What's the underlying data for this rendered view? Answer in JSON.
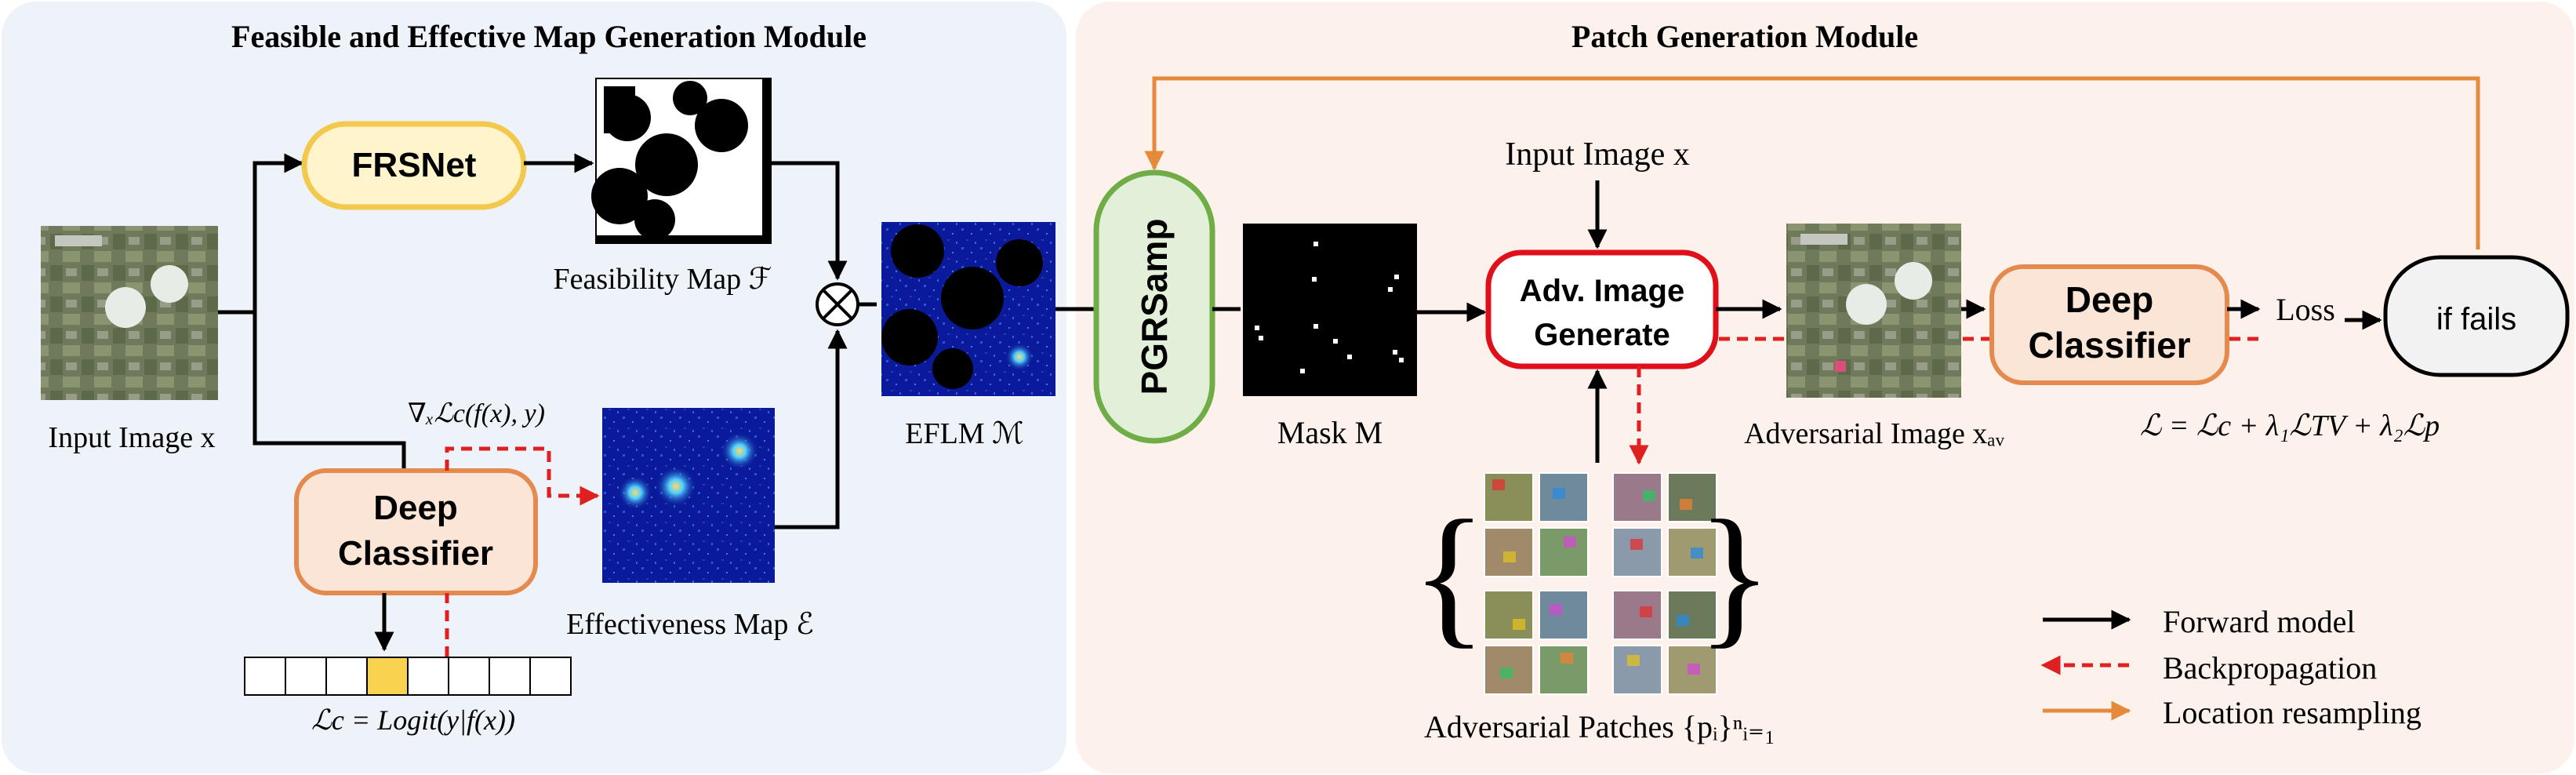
{
  "left_module": {
    "title": "Feasible and Effective Map Generation Module",
    "frsnet_label": "FRSNet",
    "input_image_label": "Input Image x",
    "feasibility_map_label": "Feasibility Map ℱ",
    "effectiveness_map_label": "Effectiveness Map ℰ",
    "eflm_label": "EFLM  ℳ",
    "classifier_label_line1": "Deep",
    "classifier_label_line2": "Classifier",
    "gradient_label": "∇ₓℒc(f(x), y)",
    "logit_formula": "ℒc = Logit(y|f(x))",
    "logit_cells": 8,
    "logit_highlight_index": 3
  },
  "right_module": {
    "title": "Patch Generation Module",
    "pgrsamp_label": "PGRSamp",
    "mask_label": "Mask M",
    "input_image_label": "Input Image x",
    "adv_generate_line1": "Adv. Image",
    "adv_generate_line2": "Generate",
    "adversarial_image_label": "Adversarial Image xₐᵥ",
    "classifier_label_line1": "Deep",
    "classifier_label_line2": "Classifier",
    "loss_label": "Loss",
    "if_fails_label": "if fails",
    "loss_formula": "ℒ = ℒc + λ₁ℒTV + λ₂ℒp",
    "patches_label": "Adversarial Patches {pᵢ}ⁿᵢ₌₁"
  },
  "legend": {
    "forward": "Forward model",
    "backprop": "Backpropagation",
    "resample": "Location resampling"
  },
  "colors": {
    "left_bg": "#eef2f9",
    "right_bg": "#fdf1ec",
    "frsnet_fill": "#fff4cc",
    "frsnet_stroke": "#f2c94c",
    "classifier_fill": "#fbe5d6",
    "classifier_stroke": "#e58a4e",
    "pgrsamp_fill": "#e2f0d9",
    "pgrsamp_stroke": "#70ad47",
    "adv_stroke": "#e0101a",
    "iffails_fill": "#f2f2f2",
    "resample_arrow": "#e58a3a",
    "backprop_arrow": "#e02020",
    "logit_highlight": "#f9d34f"
  }
}
